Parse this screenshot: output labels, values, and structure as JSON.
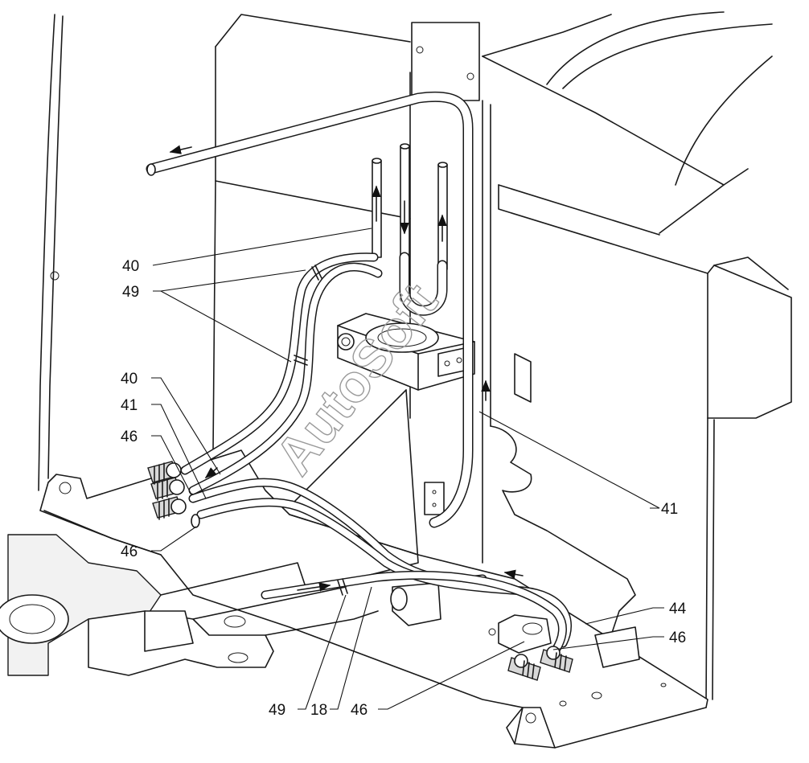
{
  "callouts": [
    {
      "id": "c40a",
      "text": "40"
    },
    {
      "id": "c49a",
      "text": "49"
    },
    {
      "id": "c40b",
      "text": "40"
    },
    {
      "id": "c41a",
      "text": "41"
    },
    {
      "id": "c46a",
      "text": "46"
    },
    {
      "id": "c46b",
      "text": "46"
    },
    {
      "id": "c41b",
      "text": "41"
    },
    {
      "id": "c44",
      "text": "44"
    },
    {
      "id": "c46c",
      "text": "46"
    },
    {
      "id": "c49b",
      "text": "49"
    },
    {
      "id": "c18",
      "text": "18"
    },
    {
      "id": "c46d",
      "text": "46"
    }
  ],
  "watermark": "AutoSoft",
  "colors": {
    "line": "#1a1a1a",
    "watermark": "#9a9a9a",
    "background": "#ffffff"
  }
}
